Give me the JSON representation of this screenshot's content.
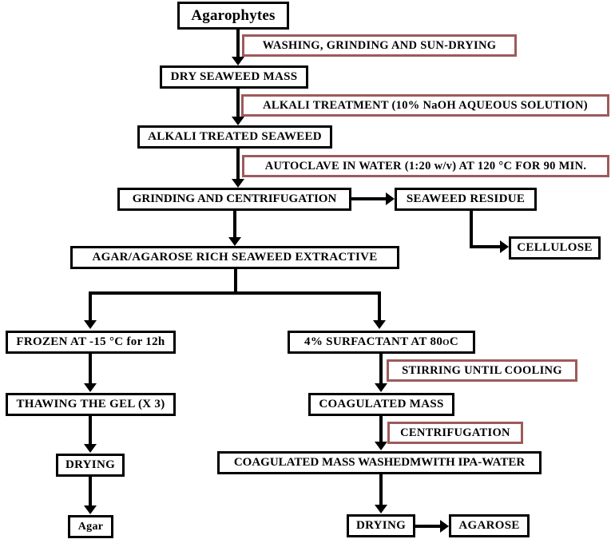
{
  "diagram": {
    "title": "Agar and Agarose extraction process flowchart",
    "colors": {
      "box_border": "#000000",
      "annotation_border": "#9e5a5a",
      "background": "#ffffff",
      "text": "#000000"
    },
    "nodes": {
      "agarophytes": "Agarophytes",
      "dry_seaweed_mass": "DRY SEAWEED  MASS",
      "alkali_treated_seaweed": "ALKALI  TREATED SEAWEED",
      "grinding_and_centrifugation": "GRINDING AND CENTRIFUGATION",
      "seaweed_residue": "SEAWEED  RESIDUE",
      "cellulose": "CELLULOSE",
      "agar_agarose_rich_extractive": "AGAR/AGAROSE  RICH SEAWEED  EXTRACTIVE",
      "frozen": "FROZEN  AT -15 °C for 12h",
      "surfactant_pre": "4% SURFACTANT AT 80 ",
      "surfactant_sup": "O",
      "surfactant_post": "C",
      "thawing_the_gel": "THAWING  THE  GEL (X 3)",
      "coagulated_mass": "COAGULATED  MASS",
      "drying_left": "DRYING",
      "coagulated_mass_washed": "COAGULATED  MASS WASHEDMWITH  IPA-WATER",
      "agar": "Agar",
      "drying_right": "DRYING",
      "agarose": "AGAROSE"
    },
    "annotations": {
      "washing": "WASHING, GRINDING AND SUN-DRYING",
      "alkali_treatment": "ALKALI  TREATMENT (10% NaOH AQUEOUS  SOLUTION)",
      "autoclave": "AUTOCLAVE  IN WATER (1:20 w/v) AT 120 °C FOR 90 MIN.",
      "stirring": "STIRRING UNTIL COOLING",
      "centrifugation": "CENTRIFUGATION"
    }
  }
}
